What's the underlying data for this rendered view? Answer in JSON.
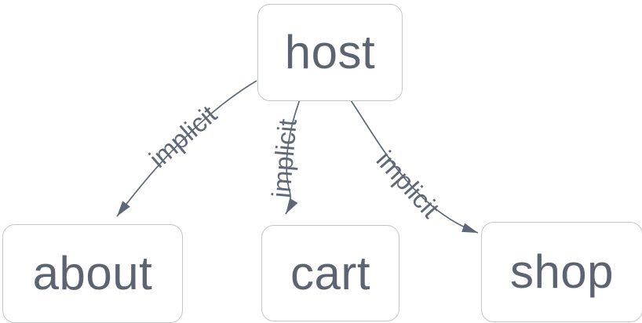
{
  "diagram": {
    "colors": {
      "background": "#ffffff",
      "node_fill": "#ffffff",
      "node_border": "#c3c5c9",
      "node_text": "#5c6472",
      "edge": "#5f6877"
    },
    "nodes": [
      {
        "id": "host",
        "label": "host"
      },
      {
        "id": "about",
        "label": "about"
      },
      {
        "id": "cart",
        "label": "cart"
      },
      {
        "id": "shop",
        "label": "shop"
      }
    ],
    "edges": [
      {
        "from": "host",
        "to": "about",
        "label": "implicit"
      },
      {
        "from": "host",
        "to": "cart",
        "label": "implicit"
      },
      {
        "from": "host",
        "to": "shop",
        "label": "implicit"
      }
    ]
  }
}
